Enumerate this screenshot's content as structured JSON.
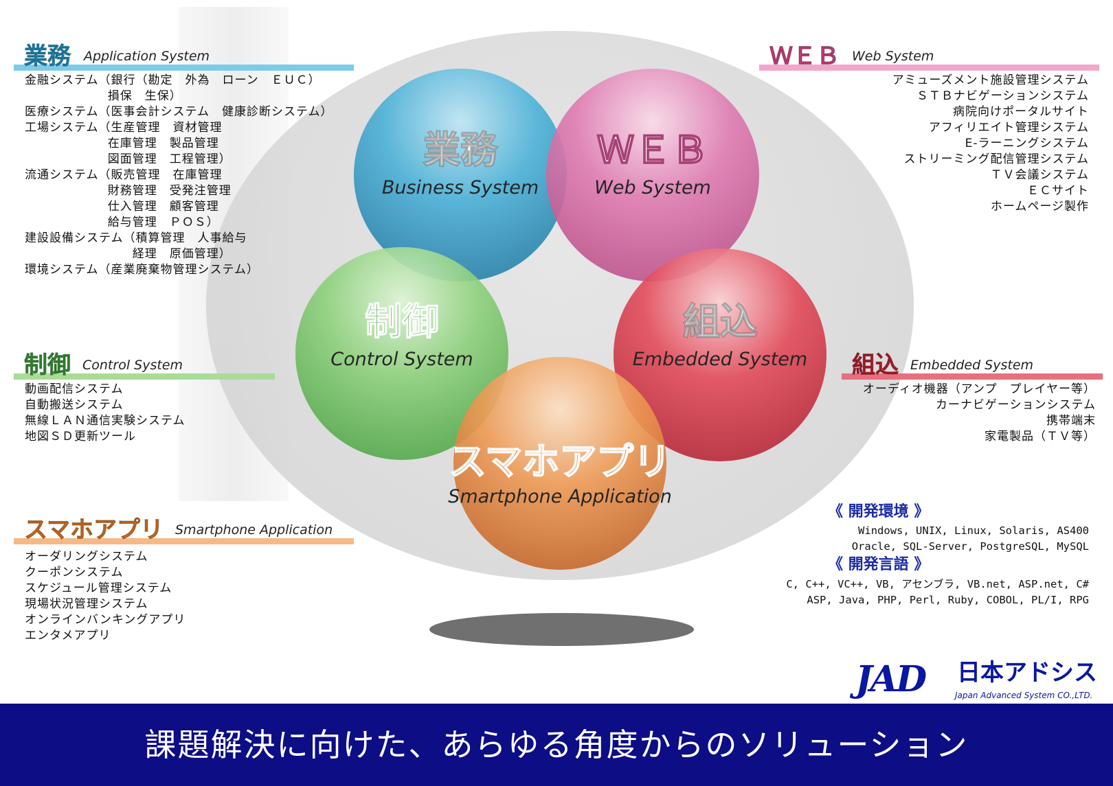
{
  "colors": {
    "business": "#4cb2d8",
    "web": "#e07db3",
    "control": "#8ed17c",
    "embedded": "#e34b5a",
    "smartphone": "#ee9a55",
    "footer": "#0d0d86"
  },
  "spheres": {
    "business": {
      "jp": "業務",
      "en": "Business System"
    },
    "web": {
      "jp": "ＷＥＢ",
      "en": "Web System"
    },
    "control": {
      "jp": "制御",
      "en": "Control System"
    },
    "embedded": {
      "jp": "組込",
      "en": "Embedded  System"
    },
    "smartphone": {
      "jp": "スマホアプリ",
      "en": "Smartphone Application"
    }
  },
  "sections": {
    "business": {
      "jp": "業務",
      "en": "Application System",
      "items": "金融システム（銀行（勘定　外為　ローン　ＥＵＣ）\n　　　　　　  損保　生保）\n医療システム（医事会計システム　健康診断システム）\n工場システム（生産管理　資材管理\n　　　　　　  在庫管理　製品管理\n　　　　　　  図面管理　工程管理）\n流通システム（販売管理　在庫管理\n　　　　　　  財務管理　受発注管理\n　　　　　　  仕入管理　顧客管理\n　　　　　　  給与管理　ＰＯＳ）\n建設設備システム（積算管理　人事給与\n　　　　　　　　  経理　原価管理）\n環境システム（産業廃棄物管理システム）"
    },
    "web": {
      "jp": "ＷＥＢ",
      "en": "Web System",
      "items": "アミューズメント施設管理システム\nＳＴＢナビゲーションシステム\n病院向けポータルサイト\nアフィリエイト管理システム\nE-ラーニングシステム\nストリーミング配信管理システム\nＴＶ会議システム\nＥＣサイト\nホームページ製作"
    },
    "control": {
      "jp": "制御",
      "en": "Control System",
      "items": "動画配信システム\n自動搬送システム\n無線ＬＡＮ通信実験システム\n地図ＳＤ更新ツール"
    },
    "embedded": {
      "jp": "組込",
      "en": "Embedded System",
      "items": "オーディオ機器（アンプ　プレイヤー等）\nカーナビゲーションシステム\n携帯端末\n家電製品（ＴＶ等）"
    },
    "smartphone": {
      "jp": "スマホアプリ",
      "en": "Smartphone Application",
      "items": "オーダリングシステム\nクーポンシステム\nスケジュール管理システム\n現場状況管理システム\nオンラインバンキングアプリ\nエンタメアプリ"
    }
  },
  "dev_env": {
    "heading": "《 開発環境 》",
    "lines": "Windows, UNIX, Linux, Solaris, AS400\nOracle, SQL-Server, PostgreSQL, MySQL"
  },
  "dev_lang": {
    "heading": "《 開発言語 》",
    "lines": "C, C++, VC++, VB, アセンブラ, VB.net, ASP.net, C#\nASP, Java, PHP, Perl, Ruby, COBOL, PL/I, RPG"
  },
  "logo": {
    "mark": "JAD",
    "jp": "日本アドシス",
    "en": "Japan Advanced System CO.,LTD."
  },
  "footer": {
    "slogan": "課題解決に向けた、あらゆる角度からのソリューション"
  }
}
